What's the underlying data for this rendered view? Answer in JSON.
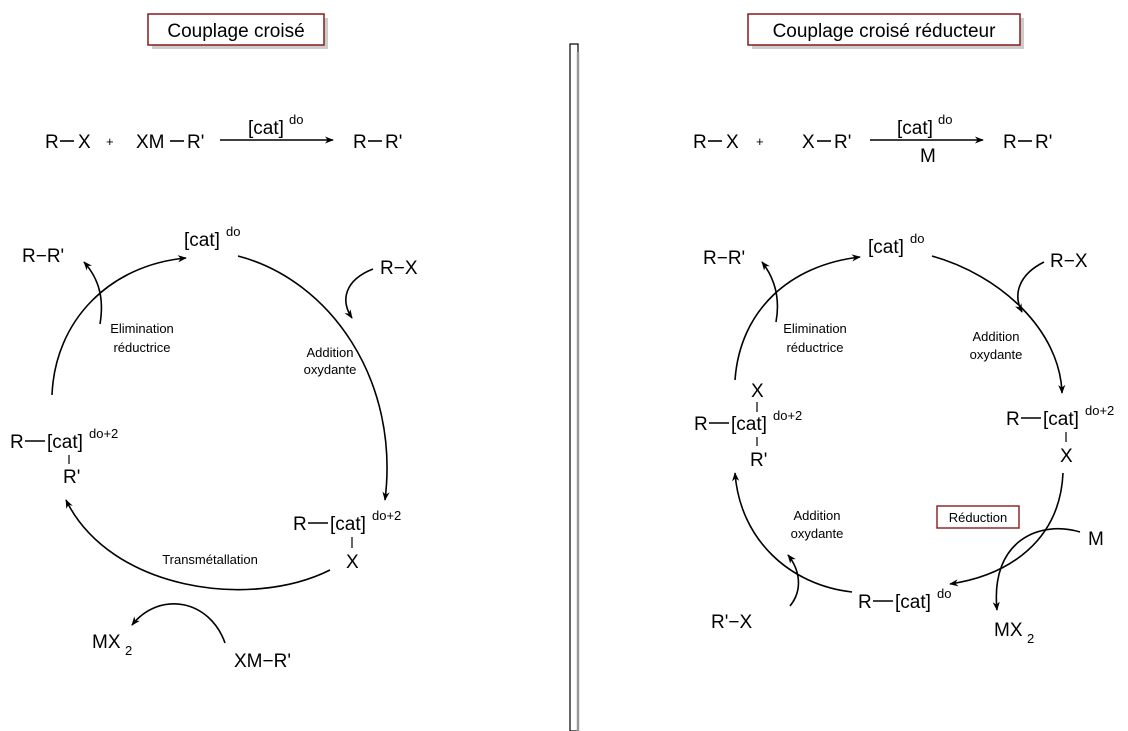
{
  "left": {
    "title": "Couplage croisé",
    "equation": {
      "r1": "R",
      "x1": "X",
      "plus": "+",
      "reagent": "XM",
      "rprime": "R'",
      "cat": "[cat]",
      "cat_sup": "do",
      "product": "R",
      "product2": "R'"
    },
    "cycle": {
      "top": "[cat]",
      "top_sup": "do",
      "product": "R−R'",
      "substrate": "R−X",
      "elim_1": "Elimination",
      "elim_2": "réductrice",
      "add_1": "Addition",
      "add_2": "oxydante",
      "int1_r": "R",
      "int1_cat": "[cat]",
      "int1_sup": "do+2",
      "int1_x": "X",
      "int2_r": "R",
      "int2_cat": "[cat]",
      "int2_sup": "do+2",
      "int2_rp": "R'",
      "trans": "Transmétallation",
      "byproduct": "MX",
      "byproduct_sub": "2",
      "reagent": "XM−R'"
    }
  },
  "right": {
    "title": "Couplage croisé réducteur",
    "equation": {
      "r1": "R",
      "x1": "X",
      "plus": "+",
      "x2": "X",
      "rprime": "R'",
      "cat": "[cat]",
      "cat_sup": "do",
      "below": "M",
      "product": "R",
      "product2": "R'"
    },
    "cycle": {
      "top": "[cat]",
      "top_sup": "do",
      "product": "R−R'",
      "substrate": "R−X",
      "elim_1": "Elimination",
      "elim_2": "réductrice",
      "add_1": "Addition",
      "add_2": "oxydante",
      "int1_r": "R",
      "int1_cat": "[cat]",
      "int1_sup": "do+2",
      "int1_x": "X",
      "reduction": "Réduction",
      "metal": "M",
      "byproduct": "MX",
      "byproduct_sub": "2",
      "bottom_r": "R",
      "bottom_cat": "[cat]",
      "bottom_sup": "do",
      "add2_1": "Addition",
      "add2_2": "oxydante",
      "reagent": "R'−X",
      "int2_x": "X",
      "int2_r": "R",
      "int2_cat": "[cat]",
      "int2_sup": "do+2",
      "int2_rp": "R'"
    }
  },
  "colors": {
    "box_border": "#8B1A1A",
    "ink": "#000000"
  }
}
